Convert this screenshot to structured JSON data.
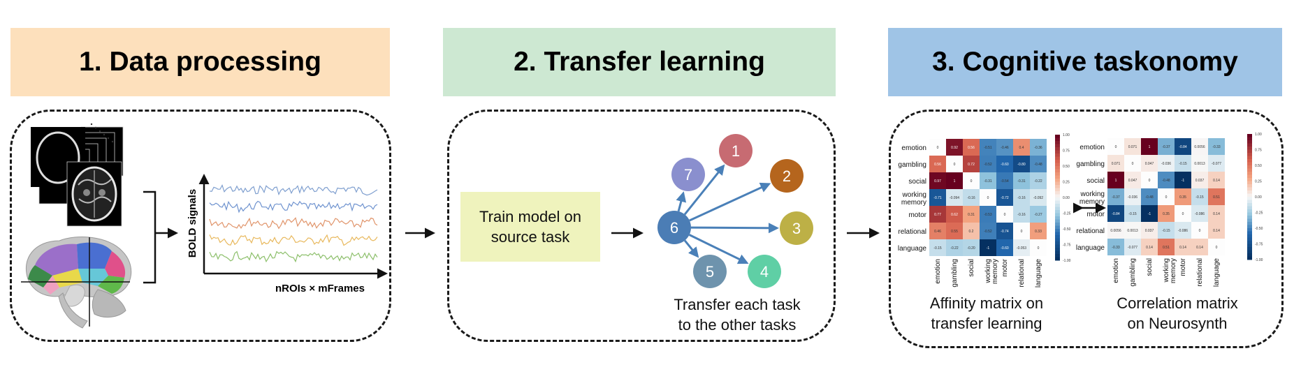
{
  "headers": {
    "step1": "1. Data processing",
    "step2": "2. Transfer learning",
    "step3": "3. Cognitive taskonomy"
  },
  "data_processing": {
    "y_axis_label": "BOLD signals",
    "x_axis_label": "nROIs × mFrames",
    "signal_colors": [
      "#7f9fcf",
      "#6f93cf",
      "#e0946a",
      "#e8b85c",
      "#8cbf6a"
    ]
  },
  "transfer_learning": {
    "train_box": "Train model on\nsource task",
    "caption": "Transfer each task\nto the other tasks",
    "source_node": {
      "label": "6",
      "color": "#4b7db5"
    },
    "target_nodes": [
      {
        "label": "1",
        "color": "#c76b72"
      },
      {
        "label": "2",
        "color": "#b5651d"
      },
      {
        "label": "3",
        "color": "#bdb046"
      },
      {
        "label": "4",
        "color": "#5fcfa5"
      },
      {
        "label": "5",
        "color": "#6e93ad"
      },
      {
        "label": "7",
        "color": "#8a8fce"
      }
    ],
    "arrow_color": "#4a80b8"
  },
  "cognitive_taskonomy": {
    "affinity_caption": "Affinity matrix on\ntransfer learning",
    "correlation_caption": "Correlation matrix\non Neurosynth",
    "tasks": [
      "emotion",
      "gambling",
      "social",
      "working memory",
      "motor",
      "relational",
      "language"
    ],
    "affinity_colorbar_ticks": [
      "1.00",
      "0.75",
      "0.50",
      "0.25",
      "0.00",
      "-0.25",
      "-0.50",
      "-0.75",
      "-1.00"
    ],
    "correlation_colorbar_ticks": [
      "1.00",
      "0.75",
      "0.50",
      "0.25",
      "0.00",
      "-0.25",
      "-0.50",
      "-0.75",
      "-1.00"
    ],
    "affinity_matrix": [
      [
        "0",
        "0.92",
        "0.56",
        "-0.51",
        "-0.46",
        "0.4",
        "-0.36"
      ],
      [
        "0.56",
        "0",
        "0.72",
        "-0.52",
        "-0.60",
        "-0.80",
        "-0.48"
      ],
      [
        "0.97",
        "1",
        "0",
        "-0.31",
        "-0.54",
        "-0.31",
        "-0.22"
      ],
      [
        "-0.71",
        "-0.094",
        "-0.16",
        "0",
        "-0.72",
        "-0.16",
        "-0.092"
      ],
      [
        "0.77",
        "0.62",
        "0.31",
        "-0.53",
        "0",
        "-0.16",
        "-0.27"
      ],
      [
        "0.46",
        "0.55",
        "0.2",
        "-0.52",
        "-0.74",
        "0",
        "0.33"
      ],
      [
        "-0.15",
        "-0.22",
        "-0.20",
        "-1",
        "-0.60",
        "-0.053",
        "0"
      ]
    ],
    "correlation_matrix": [
      [
        "0",
        "0.071",
        "1",
        "-0.37",
        "-0.84",
        "0.0056",
        "-0.33"
      ],
      [
        "0.071",
        "0",
        "0.047",
        "-0.036",
        "-0.15",
        "0.0013",
        "-0.077"
      ],
      [
        "1",
        "0.047",
        "0",
        "-0.48",
        "-1",
        "0.037",
        "0.14"
      ],
      [
        "-0.37",
        "-0.036",
        "-0.48",
        "0",
        "0.35",
        "-0.15",
        "0.51"
      ],
      [
        "-0.84",
        "-0.15",
        "-1",
        "0.35",
        "0",
        "-0.086",
        "0.14"
      ],
      [
        "0.0056",
        "0.0013",
        "0.037",
        "-0.15",
        "-0.086",
        "0",
        "0.14"
      ],
      [
        "-0.33",
        "-0.077",
        "0.14",
        "0.51",
        "0.14",
        "0.14",
        "0"
      ]
    ]
  }
}
